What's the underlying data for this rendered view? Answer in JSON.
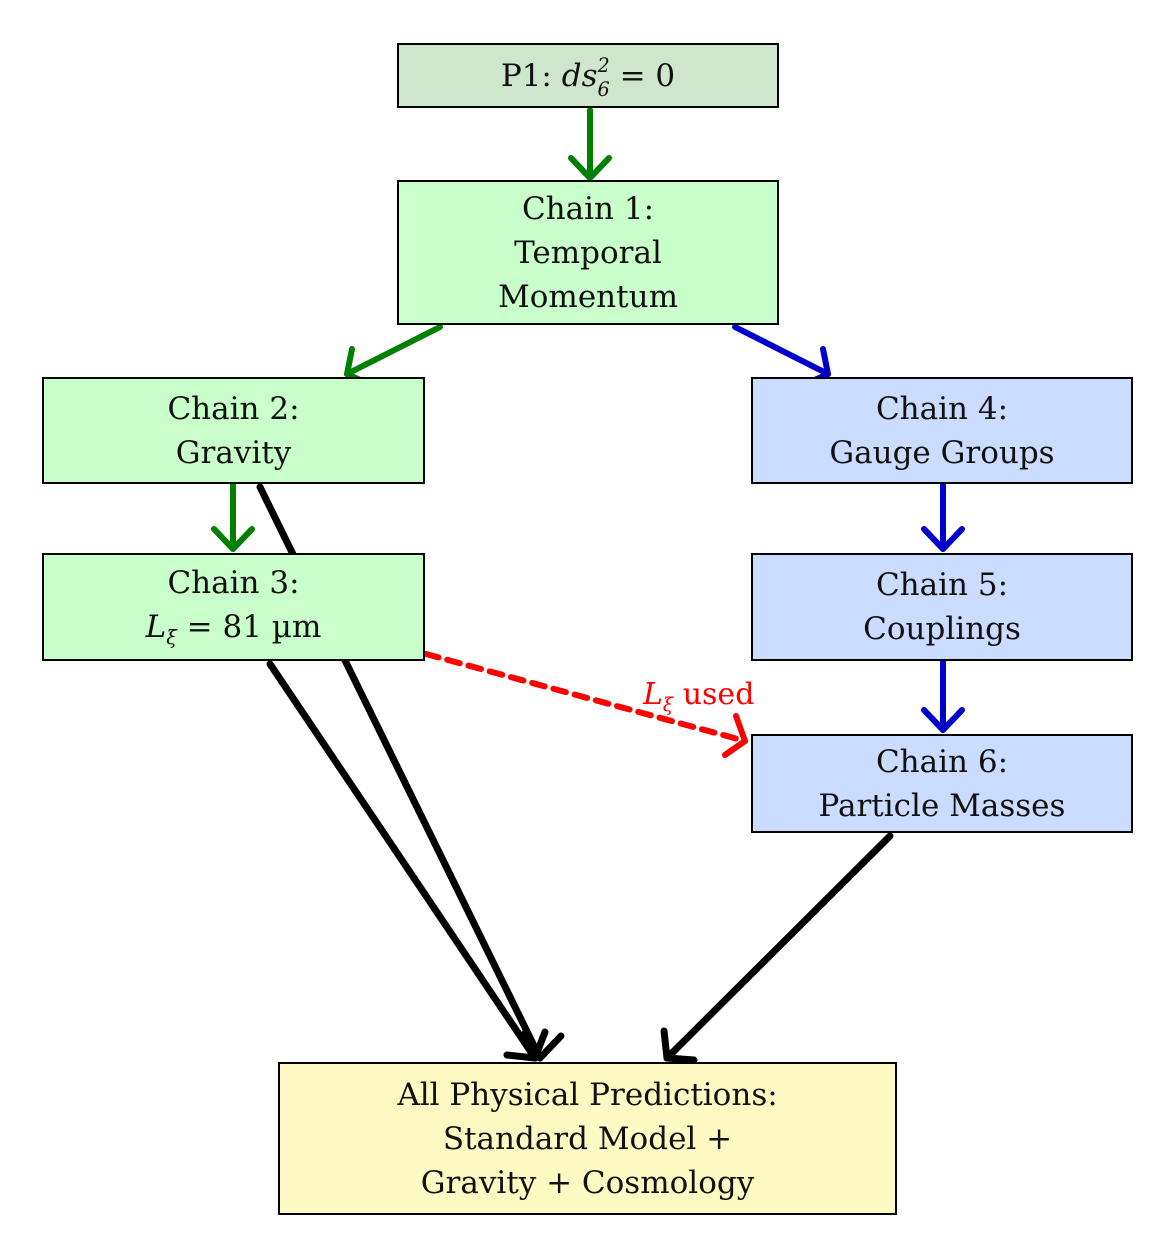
{
  "nodes": {
    "p1": {
      "prefix": "P1:",
      "math_base": "ds",
      "math_sub": "6",
      "math_sup": "2",
      "math_rest": "= 0"
    },
    "chain1": {
      "line1": "Chain 1:",
      "line2": "Temporal",
      "line3": "Momentum"
    },
    "chain2": {
      "line1": "Chain 2:",
      "line2": "Gravity"
    },
    "chain3": {
      "line1": "Chain 3:",
      "math_base": "L",
      "math_sub": "ξ",
      "math_rest": "= 81 µm"
    },
    "chain4": {
      "line1": "Chain 4:",
      "line2": "Gauge Groups"
    },
    "chain5": {
      "line1": "Chain 5:",
      "line2": "Couplings"
    },
    "chain6": {
      "line1": "Chain 6:",
      "line2": "Particle Masses"
    },
    "predictions": {
      "line1": "All Physical Predictions:",
      "line2": "Standard Model +",
      "line3": "Gravity + Cosmology"
    }
  },
  "edge_labels": {
    "lxi_used": {
      "math_base": "L",
      "math_sub": "ξ",
      "text": "used"
    }
  },
  "colors": {
    "green_arrow": "#008000",
    "blue_arrow": "#0000cc",
    "red_dashed": "#ff0000",
    "black_arrow": "#000000",
    "p1_fill": "#cde6cc",
    "green_fill": "#c9ffca",
    "blue_fill": "#cadcff",
    "yellow_fill": "#fffac3"
  }
}
